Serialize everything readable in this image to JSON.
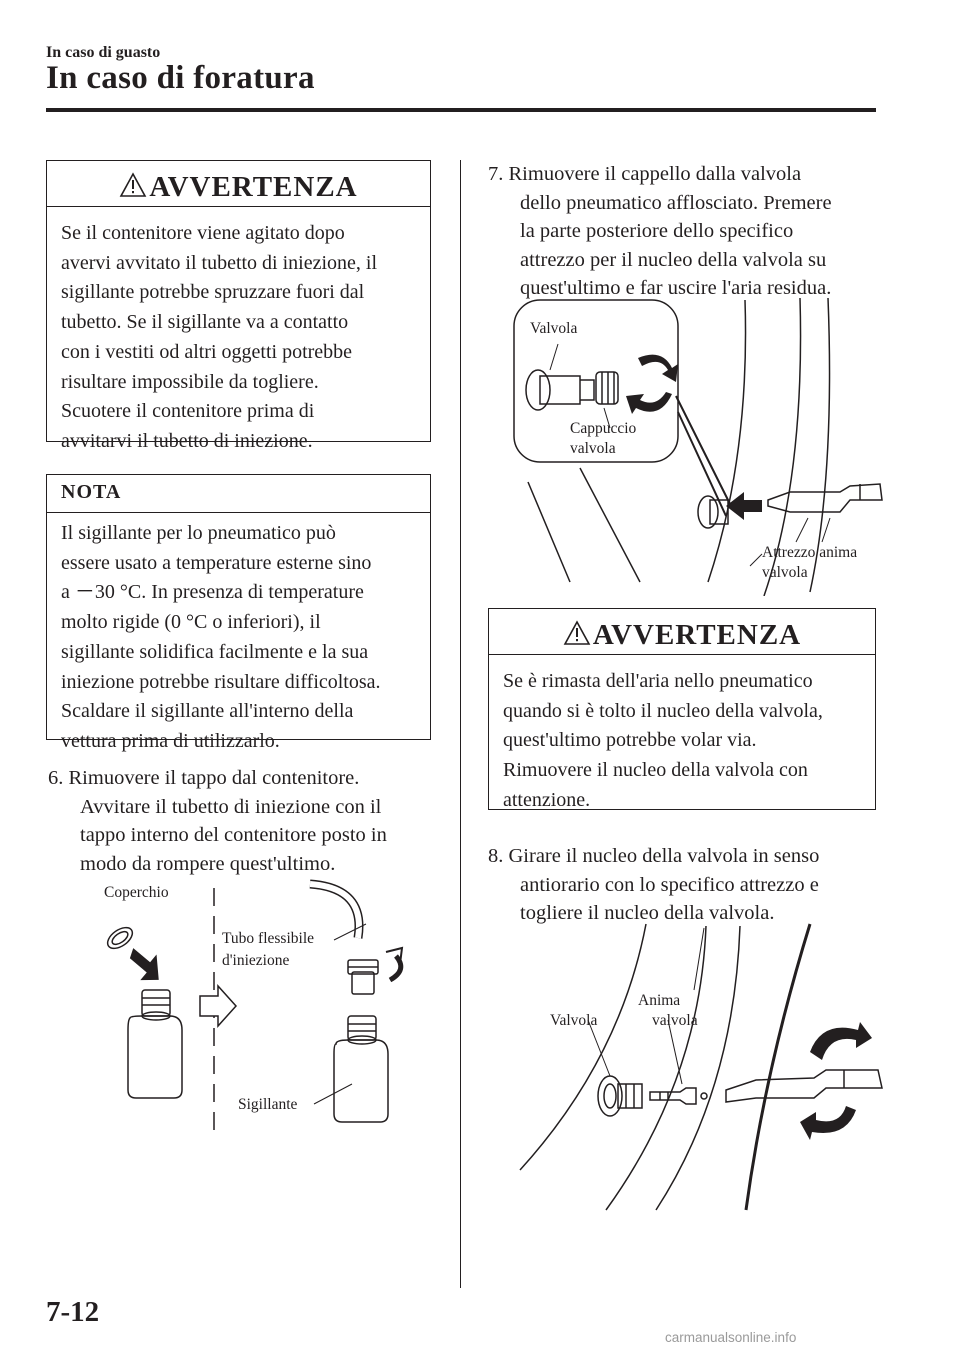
{
  "header": {
    "section": "In caso di guasto",
    "title": "In caso di foratura"
  },
  "warning1": {
    "title": "AVVERTENZA",
    "lines": [
      "Se il contenitore viene agitato dopo",
      "avervi avvitato il tubetto di iniezione, il",
      "sigillante potrebbe spruzzare fuori dal",
      "tubetto. Se il sigillante va a contatto",
      "con i vestiti od altri oggetti potrebbe",
      "risultare impossibile da togliere.",
      "Scuotere il contenitore prima di",
      "avvitarvi il tubetto di iniezione."
    ]
  },
  "note": {
    "title": "NOTA",
    "lines": [
      "Il sigillante per lo pneumatico può",
      "essere usato a temperature esterne sino",
      "a －30 °C. In presenza di temperature",
      "molto rigide (0 °C o inferiori), il",
      "sigillante solidifica facilmente e la sua",
      "iniezione potrebbe risultare difficoltosa.",
      "Scaldare il sigillante all'interno della",
      "vettura prima di utilizzarlo."
    ]
  },
  "step6": {
    "lines": [
      "6.  Rimuovere il tappo dal contenitore.",
      "Avvitare il tubetto di iniezione con il",
      "tappo interno del contenitore posto in",
      "modo da rompere quest'ultimo."
    ]
  },
  "figure6": {
    "coperchio": "Coperchio",
    "tubo1": "Tubo flessibile",
    "tubo2": "d'iniezione",
    "sigillante": "Sigillante"
  },
  "step7": {
    "lines": [
      "7.  Rimuovere il cappello dalla valvola",
      "dello pneumatico afflosciato. Premere",
      "la parte posteriore dello specifico",
      "attrezzo per il nucleo della valvola su",
      "quest'ultimo e far uscire l'aria residua."
    ]
  },
  "figure7": {
    "valvola": "Valvola",
    "cappuccio1": "Cappuccio",
    "cappuccio2": "valvola",
    "attrezzo1": "Attrezzo anima",
    "attrezzo2": "valvola"
  },
  "warning2": {
    "title": "AVVERTENZA",
    "lines": [
      "Se è rimasta dell'aria nello pneumatico",
      "quando si è tolto il nucleo della valvola,",
      "quest'ultimo potrebbe volar via.",
      "Rimuovere il nucleo della valvola con",
      "attenzione."
    ]
  },
  "step8": {
    "lines": [
      "8.  Girare il nucleo della valvola in senso",
      "antiorario con lo specifico attrezzo e",
      "togliere il nucleo della valvola."
    ]
  },
  "figure8": {
    "valvola": "Valvola",
    "anima1": "Anima",
    "anima2": "valvola"
  },
  "footer": {
    "page_number": "7-12",
    "watermark": "carmanualsonline.info"
  }
}
